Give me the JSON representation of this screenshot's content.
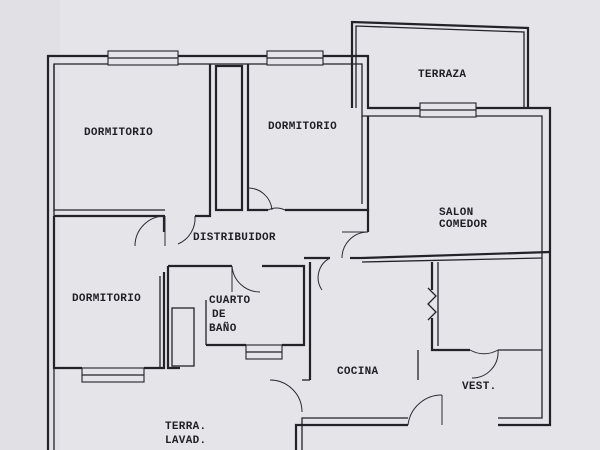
{
  "rooms": {
    "dormitorio_1": "DORMITORIO",
    "dormitorio_2": "DORMITORIO",
    "dormitorio_3": "DORMITORIO",
    "terraza": "TERRAZA",
    "salon_line1": "SALON",
    "salon_line2": "COMEDOR",
    "distribuidor": "DISTRIBUIDOR",
    "bano_line1": "CUARTO",
    "bano_line2": "DE",
    "bano_line3": "BAÑO",
    "cocina": "COCINA",
    "vestibulo": "VEST.",
    "lavadero_line1": "TERRA.",
    "lavadero_line2": "LAVAD."
  },
  "colors": {
    "paper": "#e4e4e9",
    "ink": "#222228"
  }
}
